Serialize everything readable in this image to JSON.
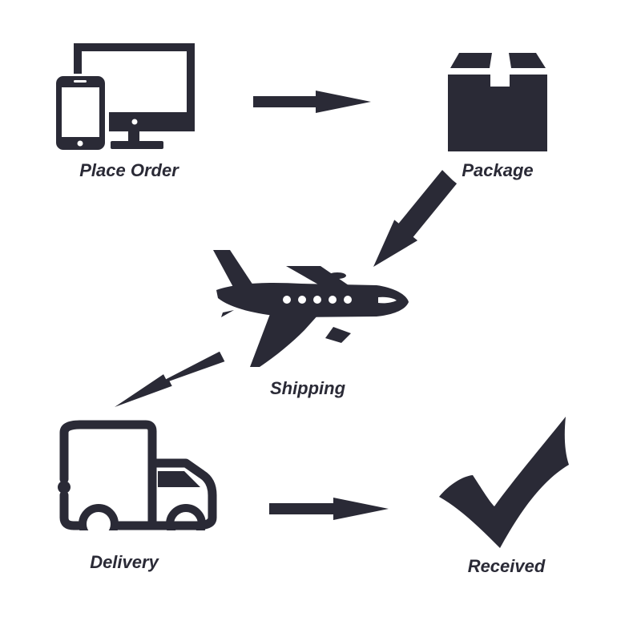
{
  "icon_color": "#2a2a36",
  "background": "#ffffff",
  "steps": [
    {
      "label": "Place Order",
      "icon": "devices-icon"
    },
    {
      "label": "Package",
      "icon": "box-icon"
    },
    {
      "label": "Shipping",
      "icon": "airplane-icon"
    },
    {
      "label": "Delivery",
      "icon": "truck-icon"
    },
    {
      "label": "Received",
      "icon": "checkmark-icon"
    }
  ]
}
